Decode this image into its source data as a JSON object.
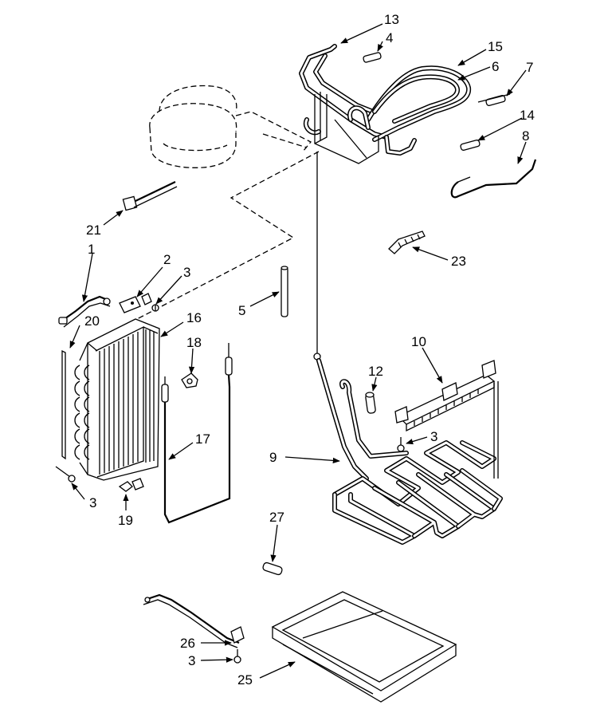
{
  "callouts": {
    "c1": "1",
    "c2": "2",
    "c3a": "3",
    "c3b": "3",
    "c3c": "3",
    "c3d": "3",
    "c4": "4",
    "c5": "5",
    "c6": "6",
    "c7": "7",
    "c8": "8",
    "c9": "9",
    "c10": "10",
    "c12": "12",
    "c13": "13",
    "c14": "14",
    "c15": "15",
    "c16": "16",
    "c17": "17",
    "c18": "18",
    "c19": "19",
    "c20": "20",
    "c21": "21",
    "c23": "23",
    "c25": "25",
    "c26": "26",
    "c27": "27"
  }
}
